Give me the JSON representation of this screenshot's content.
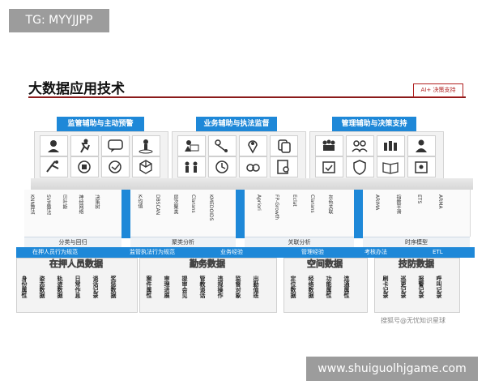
{
  "tag": "TG: MYYJJPP",
  "title": "大数据应用技术",
  "decision_tag": "AI+ 决策支持",
  "top_labels": [
    "监管辅助与主动预警",
    "业务辅助与执法监督",
    "管理辅助与决策支持"
  ],
  "icons": {
    "panel1": [
      "user-icon",
      "runner-icon",
      "chat-icon",
      "person-pin-icon",
      "fall-icon",
      "cylinder-icon",
      "bed-icon",
      "cube-icon"
    ],
    "panel2": [
      "reader-icon",
      "route-icon",
      "location-pin-icon",
      "copy-icon",
      "group-icon",
      "clock-icon",
      "search-icon",
      "document-search-icon"
    ],
    "panel3": [
      "team-icon",
      "users-icon",
      "crowd-icon",
      "person-icon",
      "calendar-icon",
      "shield-icon",
      "book-icon",
      "safe-icon"
    ]
  },
  "algorithms": {
    "group1": [
      "KNN算法",
      "SVM算法",
      "贝叶斯",
      "神经网络",
      "决策树"
    ],
    "group2": [
      "K-均值",
      "DBSCAN",
      "层次聚类",
      "Clarans",
      "KMEDOIDS"
    ],
    "group3": [
      "Apriori",
      "FP-Growth",
      "Eclat",
      "Clarans",
      "灰色关联"
    ],
    "group4": [
      "ARIMA",
      "指数平滑",
      "ETS",
      "ARMA"
    ]
  },
  "categories": [
    "分类与回归",
    "聚类分析",
    "关联分析",
    "时序模型"
  ],
  "band_texts": [
    "在押人员行为规范",
    "监管执法行为规范",
    "业务经验",
    "管理经验",
    "考核办法",
    "ETL"
  ],
  "bottom": [
    {
      "title": "在押人员数据",
      "items": [
        "身份属性",
        "姿态数据",
        "轨迹数据",
        "日常作息",
        "谈话记录",
        "奖惩数据"
      ]
    },
    {
      "title": "勤务数据",
      "items": [
        "案件属性",
        "审理进展",
        "提审会见",
        "管教谈话",
        "违规操作",
        "监督对象",
        "出勤值班"
      ]
    },
    {
      "title": "空间数据",
      "items": [
        "定位数据",
        "经络数据",
        "功能属性",
        "连通属性"
      ]
    },
    {
      "title": "技防数据",
      "items": [
        "刷卡记录",
        "巡更记录",
        "报警记录",
        "呼叫记录"
      ]
    }
  ],
  "watermark": "搜狐号@无忧知识星球",
  "url": "www.shuiguolhjgame.com"
}
